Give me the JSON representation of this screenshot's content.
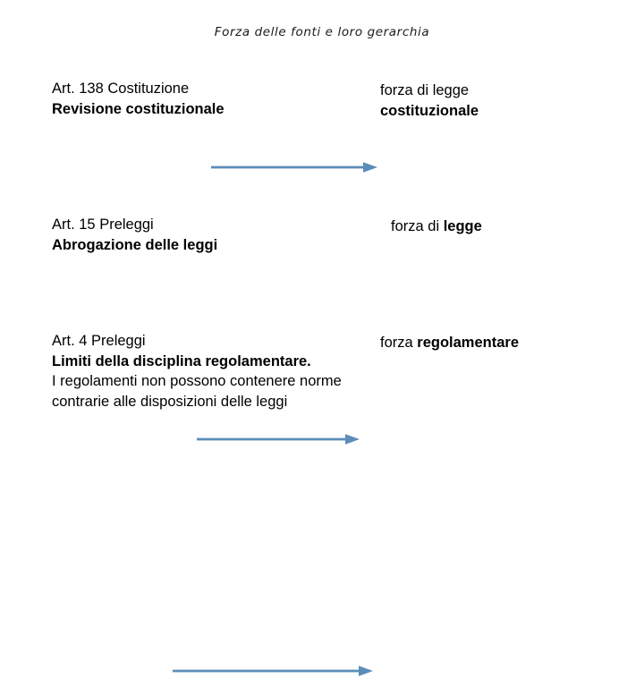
{
  "slide": {
    "title": "Forza delle fonti e loro gerarchia",
    "background_color": "#ffffff",
    "arrow_color": "#5B8DB8",
    "text_color": "#000000"
  },
  "rows": [
    {
      "left": {
        "line1": "Art. 138 Costituzione",
        "line2": "Revisione costituzionale"
      },
      "arrow": {
        "name": "arrow-right-1"
      },
      "right": {
        "line1": "forza di legge",
        "line2": "costituzionale"
      }
    },
    {
      "left": {
        "line1": "Art. 15 Preleggi",
        "line2": "Abrogazione delle leggi"
      },
      "arrow": {
        "name": "arrow-right-2"
      },
      "right": {
        "line1_regular": "forza di ",
        "line1_bold": "legge"
      }
    },
    {
      "left": {
        "line1": "Art. 4 Preleggi",
        "line2": "Limiti della disciplina regolamentare.",
        "line3": "I regolamenti non possono contenere norme",
        "line4": "contrarie alle disposizioni delle leggi"
      },
      "arrow": {
        "name": "arrow-right-3"
      },
      "right": {
        "line1_regular": "forza ",
        "line1_bold": "regolamentare"
      }
    }
  ]
}
